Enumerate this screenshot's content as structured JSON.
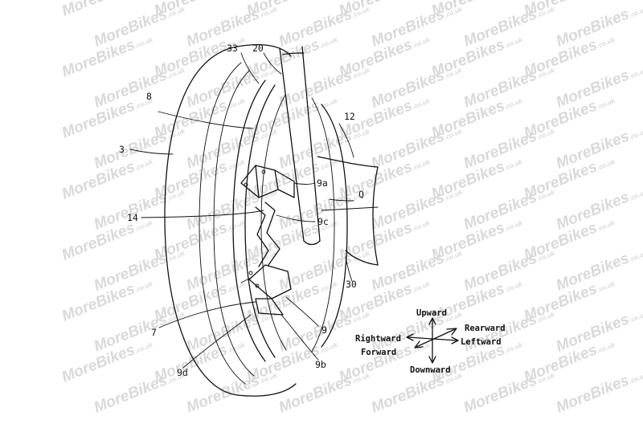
{
  "watermark": {
    "text": "MoreBikes",
    "suffix": ".co.uk"
  },
  "part_labels": {
    "l33": "33",
    "l20": "20",
    "l8": "8",
    "l12": "12",
    "l3": "3",
    "l9a": "9a",
    "lQ": "Q",
    "l14": "14",
    "l9c": "9c",
    "l30": "30",
    "l7": "7",
    "l9": "9",
    "l9d": "9d",
    "l9b": "9b"
  },
  "directions": {
    "upward": "Upward",
    "downward": "Downward",
    "rightward": "Rightward",
    "leftward": "Leftward",
    "forward": "Forward",
    "rearward": "Rearward"
  }
}
